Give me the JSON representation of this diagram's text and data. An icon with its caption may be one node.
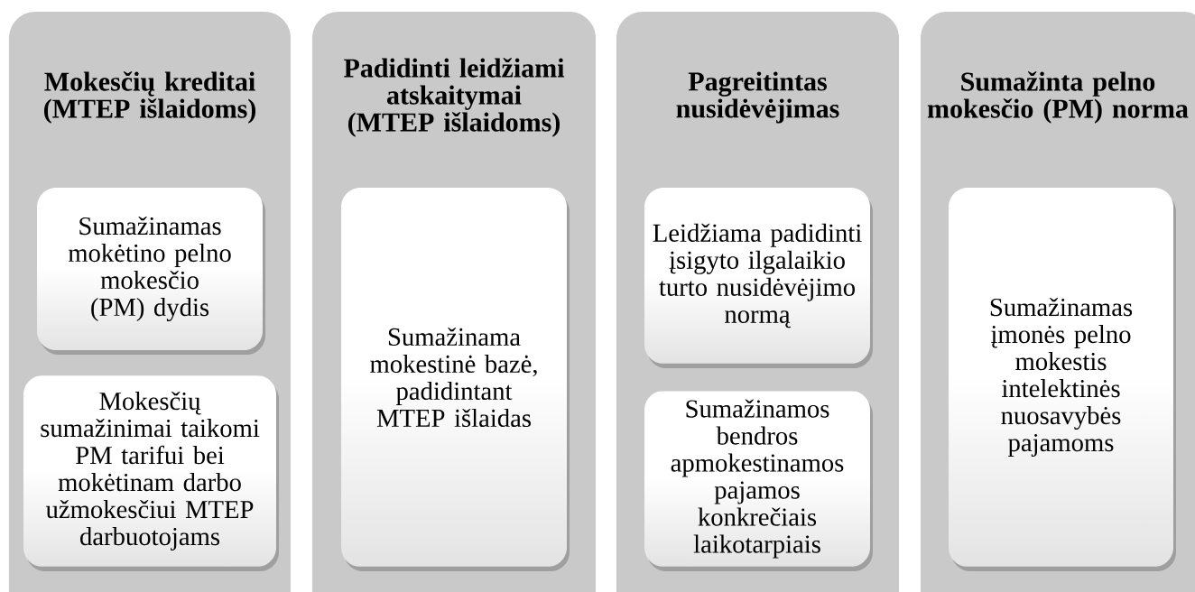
{
  "diagram": {
    "nodes": [
      {
        "text": [
          "Mokesčių kreditai (MTEP išlaidoms)"
        ]
      },
      {
        "text": [
          "Sumažinamas mokėtino pelno mokesčio (PM) dydis"
        ],
        "in": 0
      },
      {
        "text": [
          "Mokesčių sumažinimai taikomi PM tarifui bei mokėtinam darbo užmokesčiui MTEP darbuotojams"
        ],
        "in": 0
      },
      {
        "text": [
          "Padidinti leidžiami atskaitymai (MTEP išlaidoms)"
        ]
      },
      {
        "text": [
          "Sumažinama mokestinė bazė, padidintant MTEP išlaidas"
        ],
        "in": 3
      },
      {
        "text": [
          "Pagreitintas nusidėvėjimas"
        ]
      },
      {
        "text": [
          "Leidžiama padidinti įsigyto ilgalaikio turto nusidėvėjimo normą"
        ],
        "in": 5
      },
      {
        "text": [
          "Sumažinamos bendros apmokestinamos pajamos konkrečiais laikotarpiais"
        ],
        "in": 5
      },
      {
        "text": [
          "Sumažinta pelno mokesčio (PM) norma"
        ]
      },
      {
        "text": [
          "Sumažinamas įmonės pelno mokestis intelektinės nuosavybės pajamoms"
        ],
        "in": 8
      }
    ]
  }
}
